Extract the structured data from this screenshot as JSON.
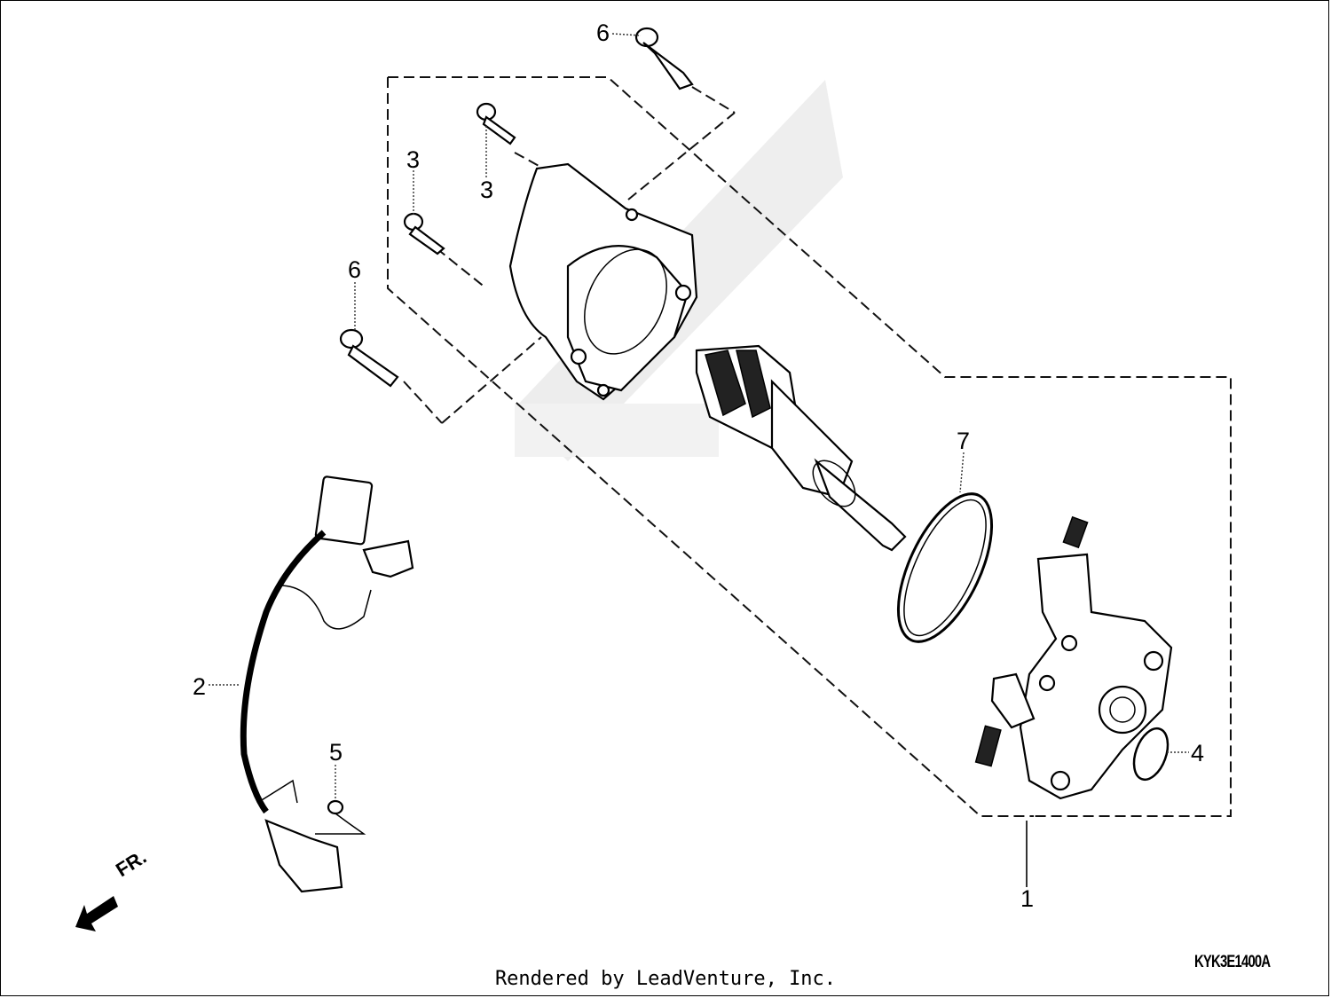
{
  "callouts": {
    "c1": "1",
    "c2": "2",
    "c3a": "3",
    "c3b": "3",
    "c4": "4",
    "c5": "5",
    "c6a": "6",
    "c6b": "6",
    "c7": "7"
  },
  "direction_label": "FR.",
  "diagram_code": "KYK3E1400A",
  "credit": "Rendered by LeadVenture, Inc."
}
